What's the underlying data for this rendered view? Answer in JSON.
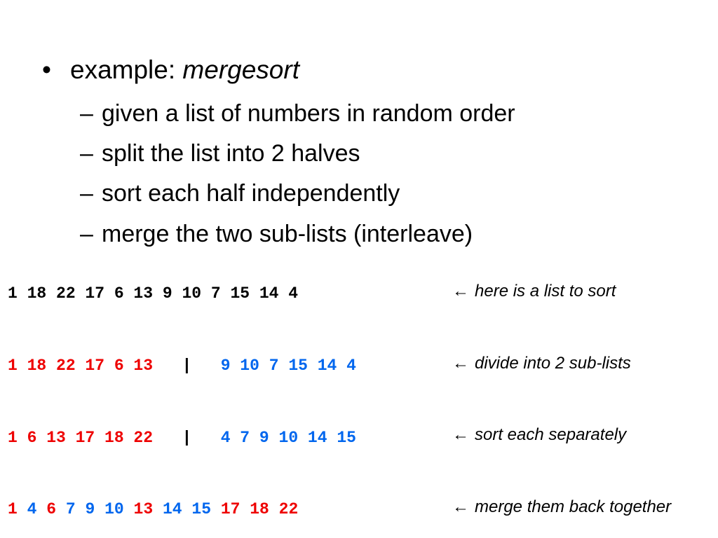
{
  "bullet": {
    "marker": "•",
    "label": "example: ",
    "emphasis": "mergesort"
  },
  "sub_marker": "–",
  "sub_items": [
    "given a list of numbers in random order",
    "split the list into 2 halves",
    "sort each half independently",
    "merge the two sub-lists (interleave)"
  ],
  "rows": {
    "original": {
      "list": "1 18 22 17 6 13 9 10 7 15 14 4",
      "annotation": "here is a list to sort"
    },
    "divided": {
      "left": "1 18 22 17 6 13",
      "separator": "|",
      "right": "9 10 7 15 14 4",
      "annotation": "divide into 2 sub-lists"
    },
    "sorted": {
      "left": "1 6 13 17 18 22",
      "separator": "|",
      "right": "4 7 9 10 14 15",
      "annotation": "sort each separately"
    },
    "merged": {
      "items": [
        "1",
        "4",
        "6",
        "7",
        "9",
        "10",
        "13",
        "14",
        "15",
        "17",
        "18",
        "22"
      ],
      "colors": [
        "red",
        "blue",
        "red",
        "blue",
        "blue",
        "blue",
        "red",
        "blue",
        "blue",
        "red",
        "red",
        "red"
      ],
      "annotation": "merge them back together"
    }
  },
  "arrow": "←",
  "colors": {
    "left_half": "#ee0000",
    "right_half": "#0066ee"
  }
}
